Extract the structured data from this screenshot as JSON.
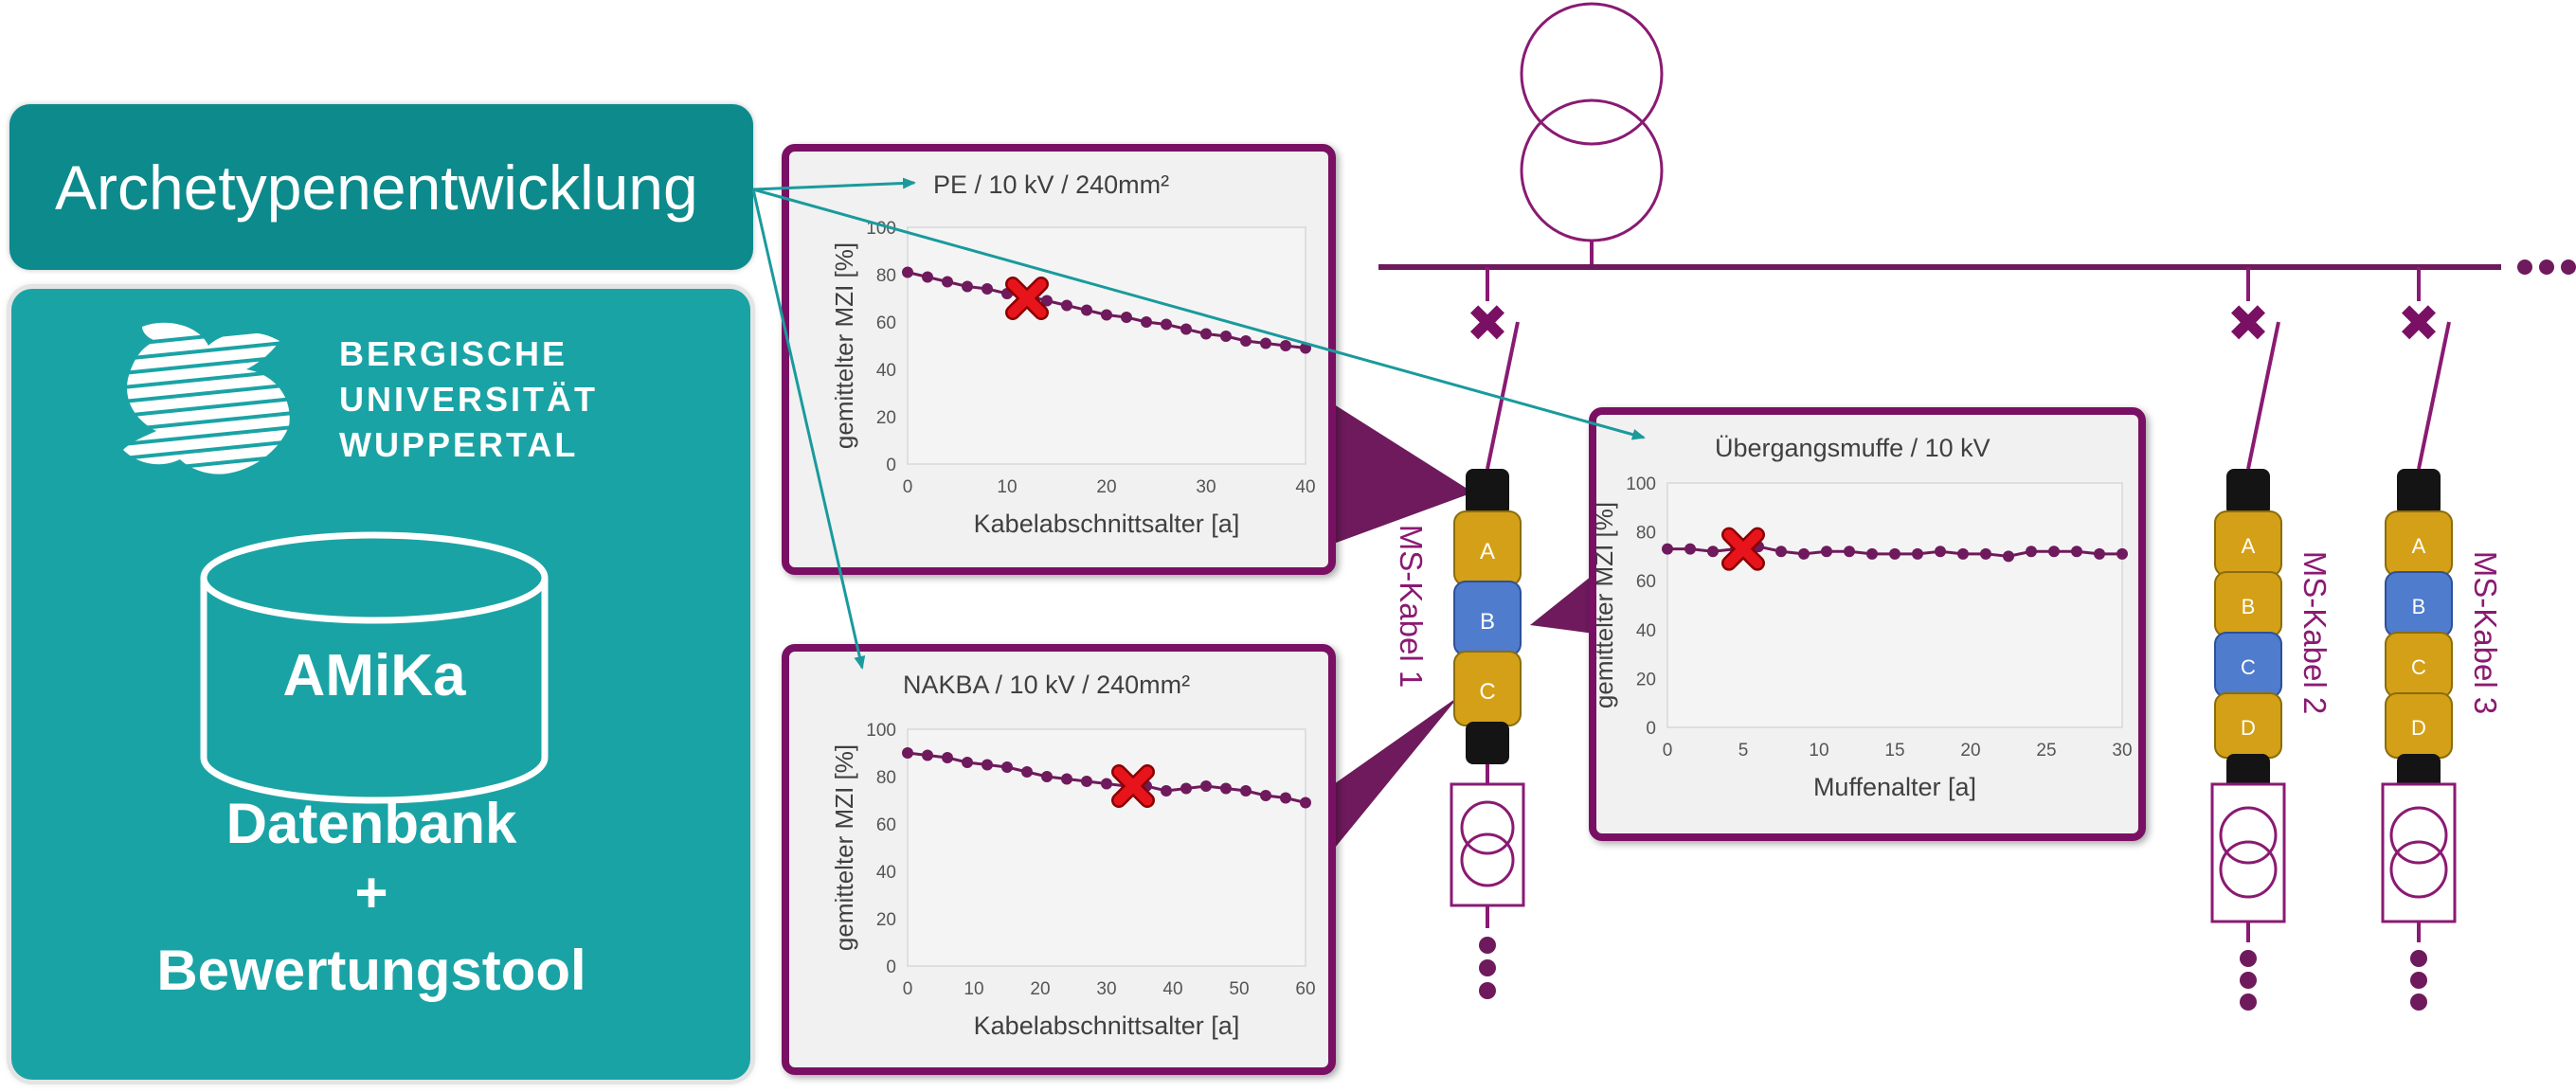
{
  "header": {
    "title": "Archetypenentwicklung"
  },
  "university": {
    "lines": [
      "BERGISCHE",
      "UNIVERSITÄT",
      "WUPPERTAL"
    ]
  },
  "database": {
    "name": "AMiKa",
    "line1": "Datenbank",
    "line2": "+",
    "line3": "Bewertungstool"
  },
  "cables": [
    {
      "label": "MS-Kabel 1",
      "sections": [
        "A",
        "B",
        "C"
      ]
    },
    {
      "label": "MS-Kabel 2",
      "sections": [
        "A",
        "B",
        "C",
        "D"
      ]
    },
    {
      "label": "MS-Kabel 3",
      "sections": [
        "A",
        "B",
        "C",
        "D"
      ]
    }
  ],
  "colors": {
    "teal_dark": "#0d8a8c",
    "teal": "#1aa3a5",
    "purple": "#7a1064",
    "section_gold": "#d4a017",
    "section_blue": "#4f7ccc",
    "marker": "#e8141c"
  },
  "chart_data": [
    {
      "type": "line",
      "title": "PE / 10 kV / 240mm²",
      "xlabel": "Kabelabschnittsalter [a]",
      "ylabel": "gemittelter MZI [%]",
      "xlim": [
        0,
        40
      ],
      "ylim": [
        0,
        100
      ],
      "xticks": [
        0,
        10,
        20,
        30,
        40
      ],
      "yticks": [
        0,
        20,
        40,
        60,
        80,
        100
      ],
      "grid": false,
      "x": [
        0,
        2,
        4,
        6,
        8,
        10,
        12,
        14,
        16,
        18,
        20,
        22,
        24,
        26,
        28,
        30,
        32,
        34,
        36,
        38,
        40
      ],
      "y": [
        81,
        79,
        77,
        75,
        74,
        72,
        71,
        69,
        67,
        65,
        63,
        62,
        60,
        59,
        57,
        55,
        54,
        52,
        51,
        50,
        49
      ],
      "marker": {
        "x": 12,
        "y": 70
      }
    },
    {
      "type": "line",
      "title": "NAKBA / 10 kV / 240mm²",
      "xlabel": "Kabelabschnittsalter [a]",
      "ylabel": "gemittelter MZI [%]",
      "xlim": [
        0,
        60
      ],
      "ylim": [
        0,
        100
      ],
      "xticks": [
        0,
        10,
        20,
        30,
        40,
        50,
        60
      ],
      "yticks": [
        0,
        20,
        40,
        60,
        80,
        100
      ],
      "grid": false,
      "x": [
        0,
        3,
        6,
        9,
        12,
        15,
        18,
        21,
        24,
        27,
        30,
        33,
        36,
        39,
        42,
        45,
        48,
        51,
        54,
        57,
        60
      ],
      "y": [
        90,
        89,
        88,
        86,
        85,
        84,
        82,
        80,
        79,
        78,
        77,
        76,
        76,
        74,
        75,
        76,
        75,
        74,
        72,
        71,
        69
      ],
      "marker": {
        "x": 34,
        "y": 76
      }
    },
    {
      "type": "line",
      "title": "Übergangsmuffe / 10 kV",
      "xlabel": "Muffenalter [a]",
      "ylabel": "gemittelter MZI [%]",
      "xlim": [
        0,
        30
      ],
      "ylim": [
        0,
        100
      ],
      "xticks": [
        0,
        5,
        10,
        15,
        20,
        25,
        30
      ],
      "yticks": [
        0,
        20,
        40,
        60,
        80,
        100
      ],
      "grid": false,
      "x": [
        0,
        1.5,
        3,
        4.5,
        6,
        7.5,
        9,
        10.5,
        12,
        13.5,
        15,
        16.5,
        18,
        19.5,
        21,
        22.5,
        24,
        25.5,
        27,
        28.5,
        30
      ],
      "y": [
        73,
        73,
        72,
        73,
        74,
        72,
        71,
        72,
        72,
        71,
        71,
        71,
        72,
        71,
        71,
        70,
        72,
        72,
        72,
        71,
        71
      ],
      "marker": {
        "x": 5,
        "y": 73
      }
    }
  ]
}
